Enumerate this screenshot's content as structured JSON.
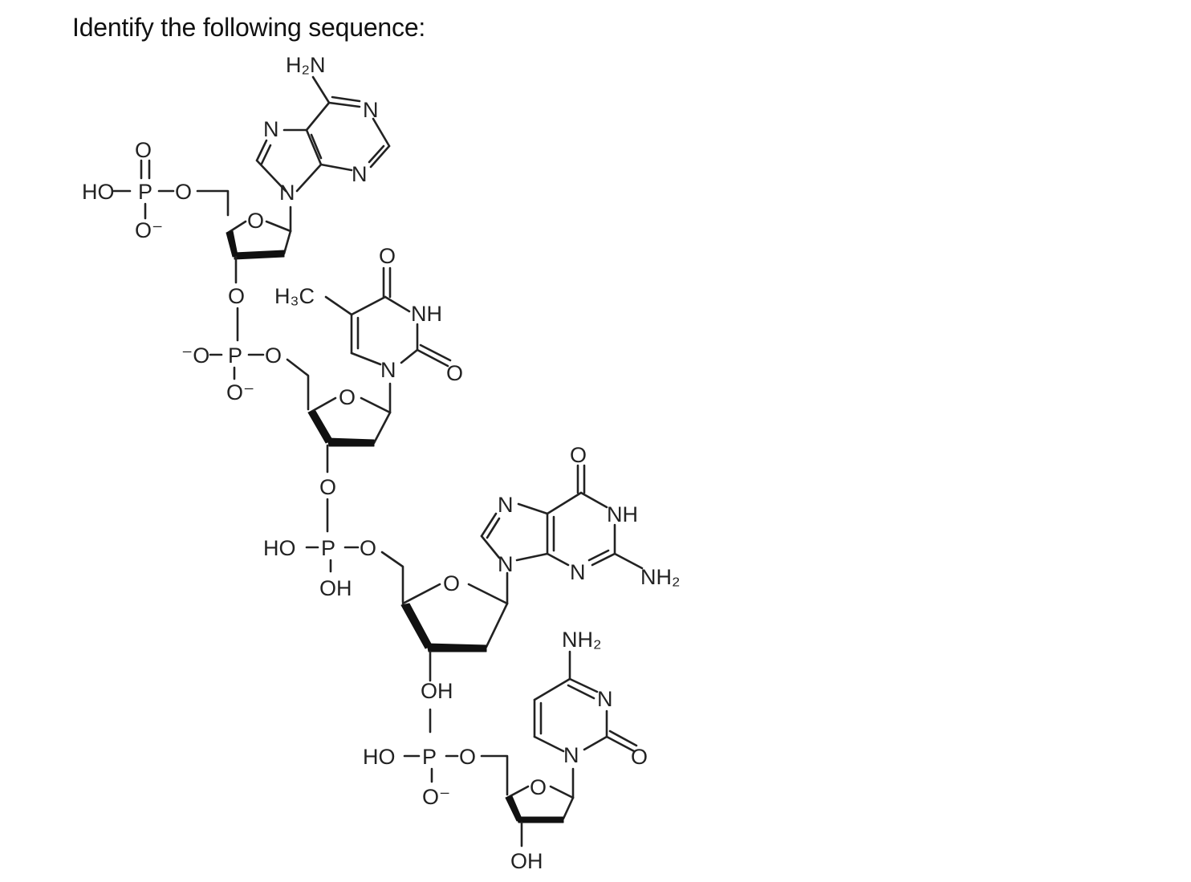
{
  "question": {
    "text": "Identify the following sequence:"
  },
  "labels": {
    "amine": "H₂N",
    "amine_tail": "NH₂",
    "methyl": "H₃C",
    "nitrogen": "N",
    "oxygen": "O",
    "phosphorus": "P",
    "imine": "NH",
    "hydroxyl_left": "HO",
    "hydroxyl": "OH",
    "oxide_anion": "O⁻",
    "anion_oxygen_left": "⁻O"
  },
  "colors": {
    "ink": "#222222",
    "background": "#ffffff"
  }
}
